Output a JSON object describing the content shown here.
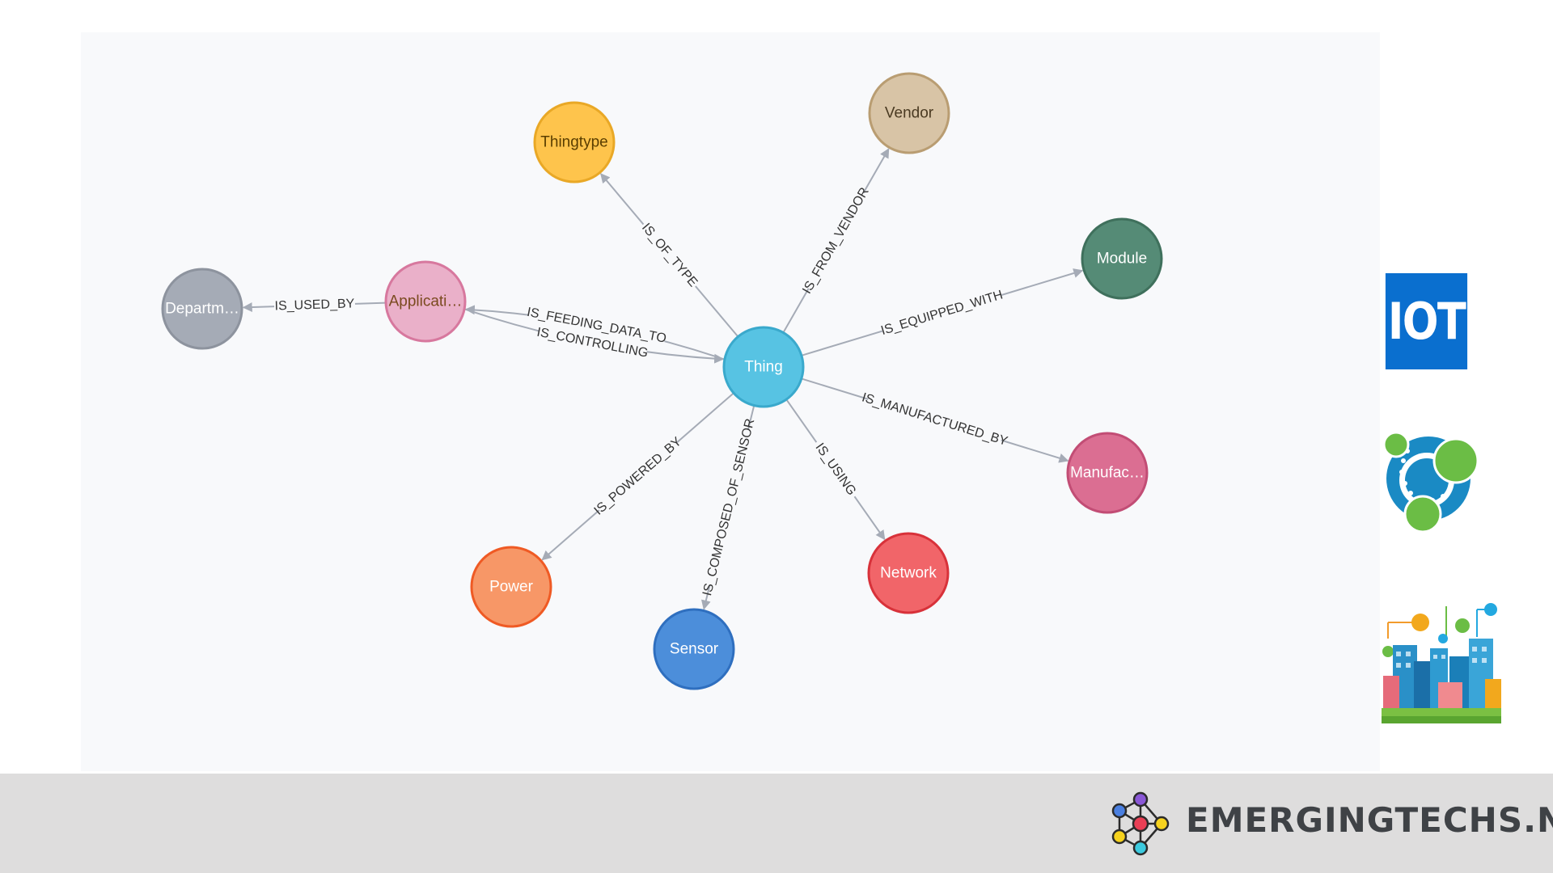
{
  "graph": {
    "nodes": [
      {
        "id": "thing",
        "label": "Thing",
        "fill": "#57c3e3",
        "stroke": "#3aa9cc",
        "text_color": "#ffffff"
      },
      {
        "id": "thingtype",
        "label": "Thingtype",
        "fill": "#fec44c",
        "stroke": "#e9a826",
        "text_color": "#5a3e00"
      },
      {
        "id": "vendor",
        "label": "Vendor",
        "fill": "#d8c4a6",
        "stroke": "#b99d72",
        "text_color": "#4a3a22"
      },
      {
        "id": "module",
        "label": "Module",
        "fill": "#558b76",
        "stroke": "#3f705c",
        "text_color": "#ffffff"
      },
      {
        "id": "manufacturer",
        "label": "Manufac…",
        "fill": "#db6e92",
        "stroke": "#c24d75",
        "text_color": "#ffffff"
      },
      {
        "id": "network",
        "label": "Network",
        "fill": "#f16569",
        "stroke": "#d8323a",
        "text_color": "#ffffff"
      },
      {
        "id": "sensor",
        "label": "Sensor",
        "fill": "#4c8eda",
        "stroke": "#2f6fbf",
        "text_color": "#ffffff"
      },
      {
        "id": "power",
        "label": "Power",
        "fill": "#f79767",
        "stroke": "#ef5a24",
        "text_color": "#ffffff"
      },
      {
        "id": "application",
        "label": "Applicati…",
        "fill": "#eab0c9",
        "stroke": "#d7789e",
        "text_color": "#7a4a1f"
      },
      {
        "id": "department",
        "label": "Departm…",
        "fill": "#a5abb6",
        "stroke": "#8d939e",
        "text_color": "#ffffff"
      }
    ],
    "edges": [
      {
        "from": "thing",
        "to": "thingtype",
        "label": "IS_OF_TYPE"
      },
      {
        "from": "thing",
        "to": "vendor",
        "label": "IS_FROM_VENDOR"
      },
      {
        "from": "thing",
        "to": "module",
        "label": "IS_EQUIPPED_WITH"
      },
      {
        "from": "thing",
        "to": "manufacturer",
        "label": "IS_MANUFACTURED_BY"
      },
      {
        "from": "thing",
        "to": "network",
        "label": "IS_USING"
      },
      {
        "from": "thing",
        "to": "sensor",
        "label": "IS_COMPOSED_OF_SENSOR"
      },
      {
        "from": "thing",
        "to": "power",
        "label": "IS_POWERED_BY"
      },
      {
        "from": "application",
        "to": "thing",
        "label": "IS_CONTROLLING"
      },
      {
        "from": "thing",
        "to": "application",
        "label": "IS_FEEDING_DATA_TO"
      },
      {
        "from": "application",
        "to": "department",
        "label": "IS_USED_BY"
      }
    ],
    "edge_color": "#a5abb6"
  },
  "side_logos": {
    "iot_text": "IOT",
    "iot_color": "#0a6fcf",
    "neo4j_icon": "neo4j-logo-icon",
    "city_icon": "smart-city-illustration"
  },
  "footer": {
    "brand_name": "EMERGINGTECHS.NET",
    "brand_icon": "molecule-network-icon"
  }
}
